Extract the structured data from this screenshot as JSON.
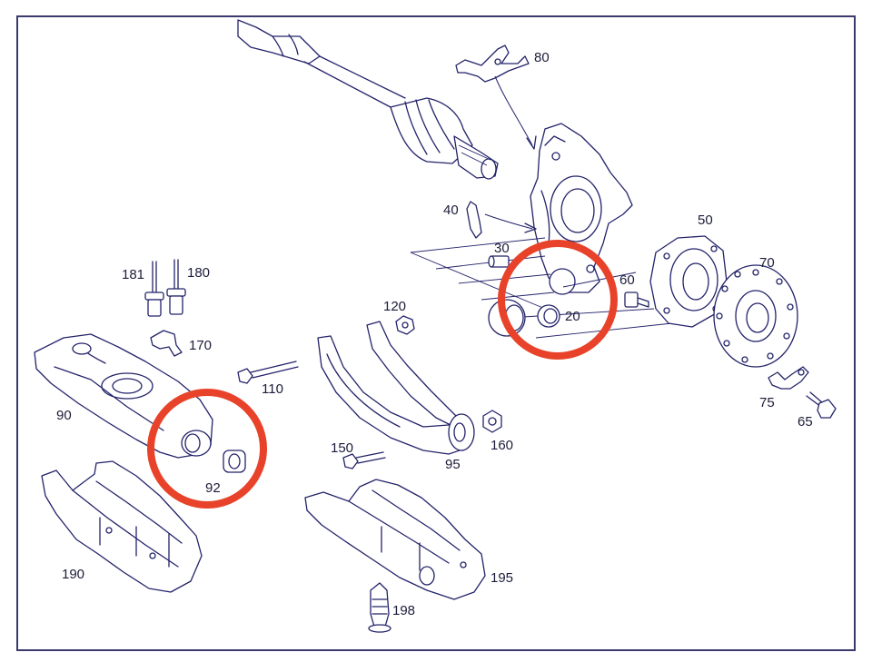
{
  "diagram": {
    "part_numbers": {
      "p20": "20",
      "p30": "30",
      "p40": "40",
      "p50": "50",
      "p60": "60",
      "p65": "65",
      "p70": "70",
      "p75": "75",
      "p80": "80",
      "p90": "90",
      "p92": "92",
      "p95": "95",
      "p110": "110",
      "p120": "120",
      "p150": "150",
      "p160": "160",
      "p170": "170",
      "p180": "180",
      "p181": "181",
      "p190": "190",
      "p195": "195",
      "p198": "198"
    },
    "colors": {
      "ink": "#23236a",
      "frame": "#3a3a6e",
      "highlight": "#e8432a"
    },
    "highlights": [
      "p20",
      "p92"
    ]
  }
}
